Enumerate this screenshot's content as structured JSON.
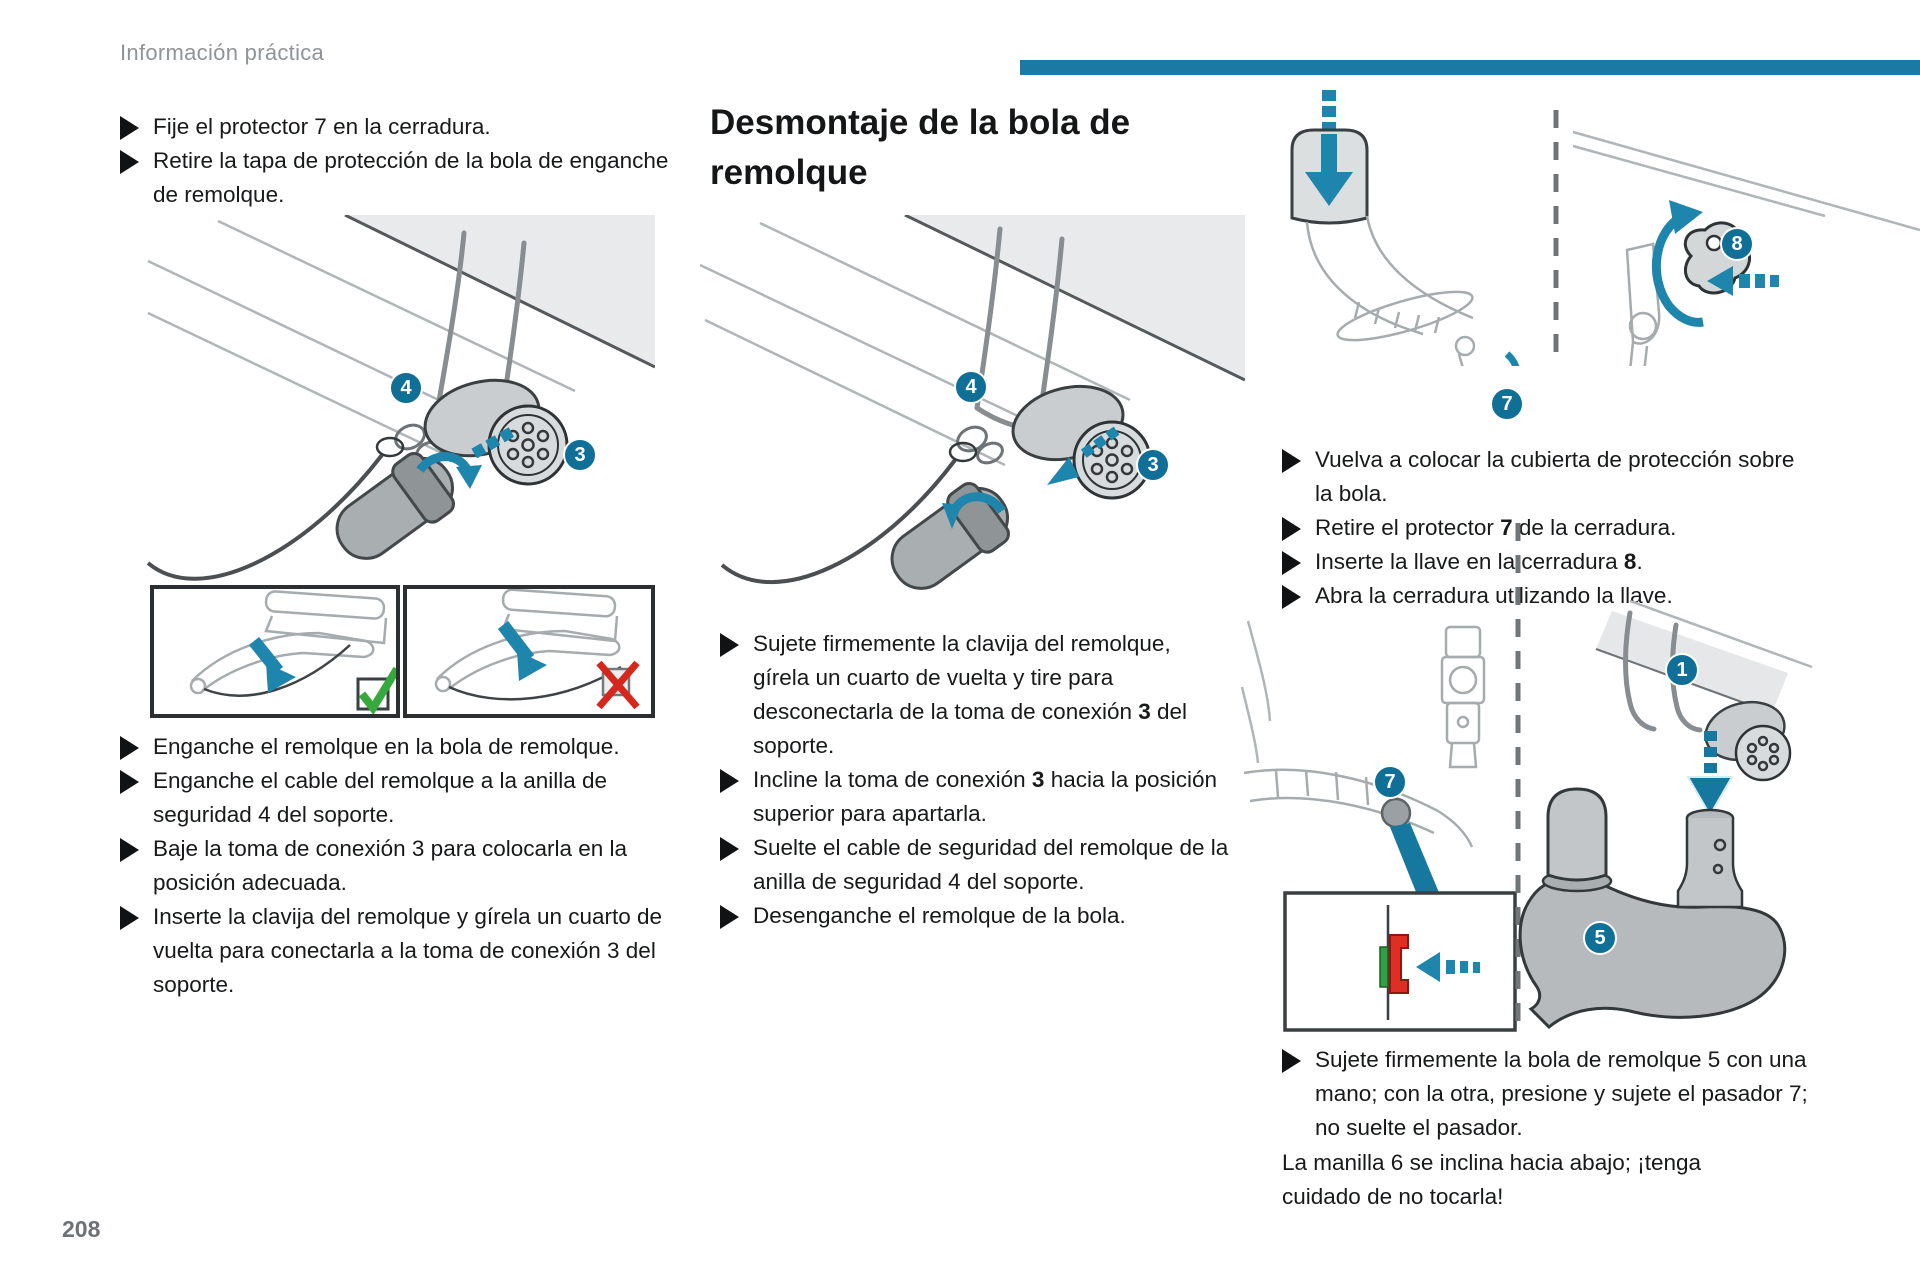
{
  "page": {
    "header": "Información práctica",
    "page_number": "208"
  },
  "colors": {
    "accent_teal": "#1a7aa3",
    "badge_teal": "#0f6f96",
    "arrow_teal": "#1e86ad",
    "check_green": "#37a93c",
    "cross_red": "#d6271c"
  },
  "icons": {
    "bullet": "right-filled-triangle",
    "check": "green-checkmark",
    "cross": "red-x"
  },
  "left": {
    "intro_bullets": [
      "Fije el protector 7 en la cerradura.",
      "Retire la tapa de protección de la bola de enganche de remolque."
    ],
    "steps": [
      {
        "segments": [
          {
            "t": "Enganche el remolque en la bola de remolque.",
            "b": false
          }
        ]
      },
      {
        "segments": [
          {
            "t": "Enganche el cable del remolque a la anilla de seguridad 4 del soporte.",
            "b": false
          }
        ]
      },
      {
        "segments": [
          {
            "t": "Baje la toma de conexión 3 para colocarla en la posición adecuada.",
            "b": false
          }
        ]
      },
      {
        "segments": [
          {
            "t": "Inserte la clavija del remolque y gírela un cuarto de vuelta para conectarla a la toma de conexión 3 del soporte.",
            "b": false
          }
        ]
      }
    ]
  },
  "middle": {
    "heading": "Desmontaje de la bola de remolque",
    "steps": [
      {
        "segments": [
          {
            "t": "Sujete firmemente la clavija del remolque, gírela un cuarto de vuelta y tire para desconectarla de la toma de conexión ",
            "b": false
          },
          {
            "t": "3",
            "b": true
          },
          {
            "t": " del soporte.",
            "b": false
          }
        ]
      },
      {
        "segments": [
          {
            "t": "Incline la toma de conexión ",
            "b": false
          },
          {
            "t": "3",
            "b": true
          },
          {
            "t": " hacia la posición superior para apartarla.",
            "b": false
          }
        ]
      },
      {
        "segments": [
          {
            "t": "Suelte el cable de seguridad del remolque de la anilla de seguridad 4 del soporte.",
            "b": false
          }
        ]
      },
      {
        "segments": [
          {
            "t": "Desenganche el remolque de la bola.",
            "b": false
          }
        ]
      }
    ]
  },
  "right": {
    "steps_top": [
      {
        "segments": [
          {
            "t": "Vuelva a colocar la cubierta de protección sobre la bola.",
            "b": false
          }
        ]
      },
      {
        "segments": [
          {
            "t": "Retire el protector ",
            "b": false
          },
          {
            "t": "7",
            "b": true
          },
          {
            "t": " de la cerradura.",
            "b": false
          }
        ]
      },
      {
        "segments": [
          {
            "t": "Inserte la llave en la cerradura ",
            "b": false
          },
          {
            "t": "8",
            "b": true
          },
          {
            "t": ".",
            "b": false
          }
        ]
      },
      {
        "segments": [
          {
            "t": "Abra la cerradura utilizando la llave.",
            "b": false
          }
        ]
      }
    ],
    "step_bottom": {
      "segments": [
        {
          "t": "Sujete firmemente la bola de remolque 5 con una mano; con la otra, presione y sujete el pasador 7; no suelte el pasador.",
          "b": false
        }
      ]
    },
    "note": "La manilla 6 se inclina hacia abajo; ¡tenga cuidado de no tocarla!"
  },
  "callouts": {
    "fig_connect_4": "4",
    "fig_connect_3": "3",
    "fig_disconnect_4": "4",
    "fig_disconnect_3": "3",
    "fig_lock_7": "7",
    "fig_lock_8": "8",
    "fig_remove_7": "7",
    "fig_remove_1": "1",
    "fig_remove_5": "5"
  }
}
